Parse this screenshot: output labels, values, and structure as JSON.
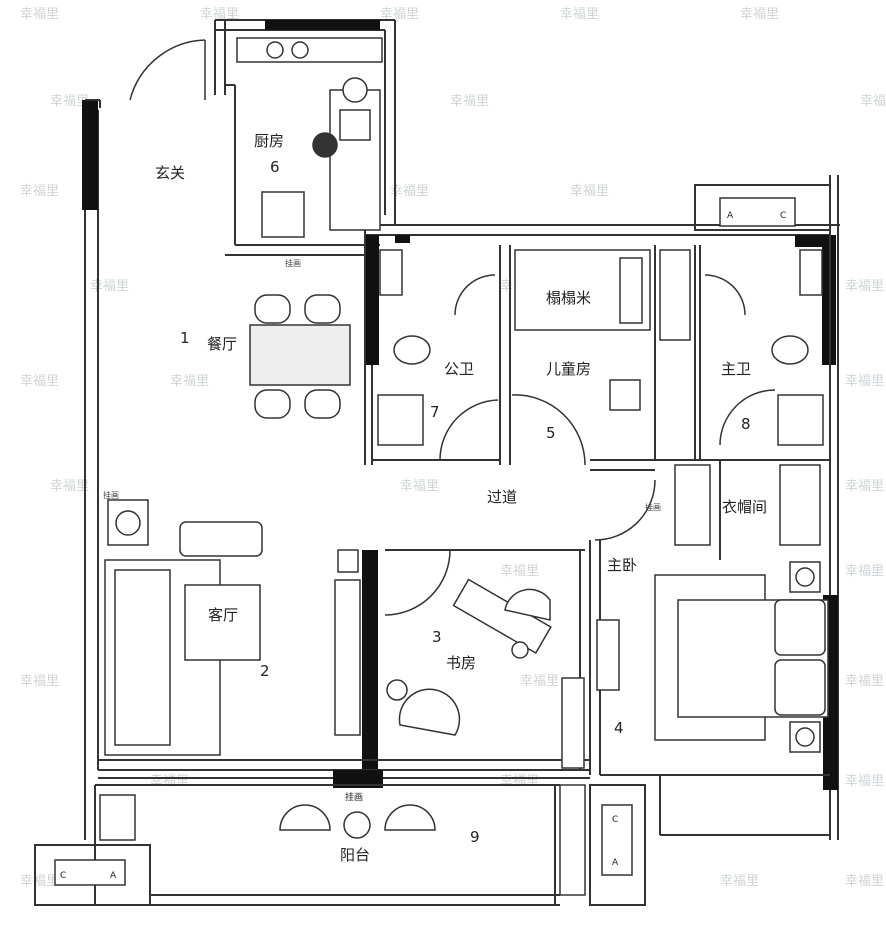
{
  "rooms": {
    "foyer": {
      "label": "玄关"
    },
    "kitchen": {
      "label": "厨房",
      "number": "6"
    },
    "dining": {
      "label": "餐厅",
      "number": "1"
    },
    "public_bath": {
      "label": "公卫",
      "number": "7"
    },
    "kids_room": {
      "label": "儿童房",
      "number": "5"
    },
    "tatami": {
      "label": "榻榻米"
    },
    "master_bath": {
      "label": "主卫",
      "number": "8"
    },
    "corridor": {
      "label": "过道"
    },
    "closet": {
      "label": "衣帽间"
    },
    "living": {
      "label": "客厅",
      "number": "2"
    },
    "study": {
      "label": "书房",
      "number": "3"
    },
    "master_bed": {
      "label": "主卧",
      "number": "4"
    },
    "balcony": {
      "label": "阳台",
      "number": "9"
    }
  },
  "tags": {
    "hang_painting": "挂画",
    "ac_unit": [
      "A",
      "C"
    ]
  },
  "watermark": {
    "text": "幸福里",
    "color": "#cfd3d6"
  },
  "colors": {
    "wall": "#111111",
    "line": "#333333",
    "fill_white": "#ffffff",
    "furniture_gray": "#dddddd"
  }
}
